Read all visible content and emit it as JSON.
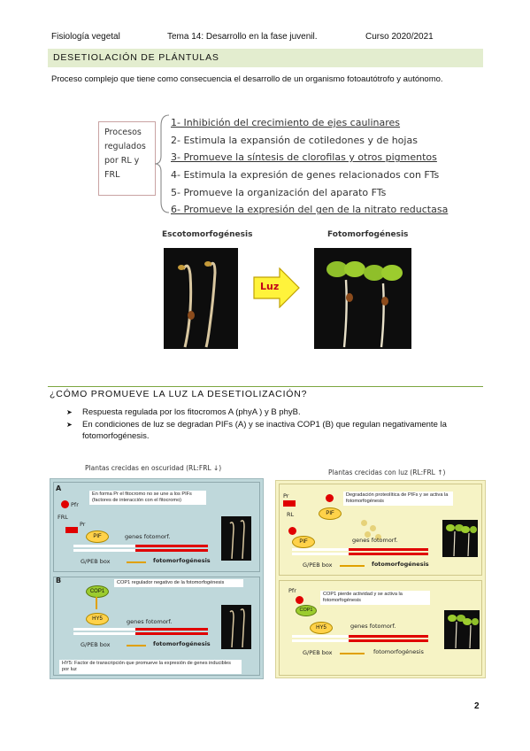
{
  "header": {
    "course": "Fisiología vegetal",
    "topic": "Tema 14: Desarrollo en la fase juvenil.",
    "year": "Curso 2020/2021"
  },
  "section1": {
    "title": "DESETIOLACIÓN DE PLÁNTULAS",
    "intro": "Proceso complejo que tiene como consecuencia el desarrollo de un organismo fotoautótrofo y autónomo.",
    "box_label": "Procesos regulados por RL y FRL",
    "processes": [
      "1- Inhibición del crecimiento de ejes caulinares",
      "2- Estimula la expansión de cotiledones y de hojas",
      "3- Promueve la síntesis de clorofilas y otros pigmentos",
      "4- Estimula la expresión de genes relacionados con FTs",
      "5- Promueve la organización del aparato FTs",
      "6- Promueve la expresión del gen de la nitrato reductasa"
    ],
    "photo_left_label": "Escotomorfogénesis",
    "photo_right_label": "Fotomorfogénesis",
    "arrow_label": "Luz"
  },
  "section2": {
    "title": "¿CÓMO PROMUEVE LA LUZ LA DESETIOLIZACIÓN?",
    "bullets": [
      "Respuesta regulada por los fitocromos A (phyA ) y B phyB.",
      "En condiciones de luz se degradan PIFs (A) y se inactiva COP1 (B) que regulan negativamente la fotomorfogénesis."
    ]
  },
  "diagram": {
    "dark_title": "Plantas crecidas en oscuridad (RL:FRL ↓)",
    "light_title": "Plantas crecidas con luz (RL:FRL ↑)",
    "label_a": "A",
    "label_b": "B",
    "dark_a_note": "En forma Pr el fitocromo no se une a los PIFs (factores de interacción con el fitocromo)",
    "dark_b_note": "COP1 regulador negativo de la fotomorfogénesis",
    "hy5_note": "HY5: Factor de transcripción que promueve la expresión de genes inducibles por luz",
    "light_a_note": "Degradación proteolítica de PIFs y se activa la fotomorfogénesis",
    "light_b_note": "COP1 pierde actividad y se activa la fotomorfogénesis",
    "pfr": "Pfr",
    "pr": "Pr",
    "frl": "FRL",
    "rl": "RL",
    "pif": "PIF",
    "cop1": "COP1",
    "hy5": "HY5",
    "genes": "genes fotomorf.",
    "box_label": "G/PEB box",
    "outcome": "fotomorfogénesis"
  },
  "page_number": "2"
}
